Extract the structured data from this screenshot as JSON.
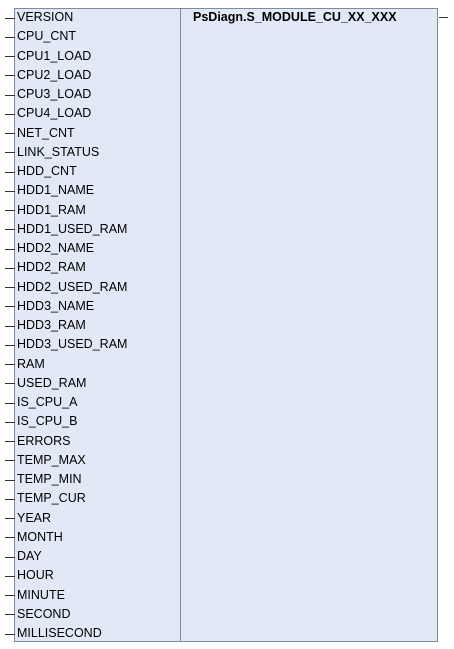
{
  "block": {
    "title": "PsDiagn.S_MODULE_CU_XX_XXX",
    "inputs": [
      "VERSION",
      "CPU_CNT",
      "CPU1_LOAD",
      "CPU2_LOAD",
      "CPU3_LOAD",
      "CPU4_LOAD",
      "NET_CNT",
      "LINK_STATUS",
      "HDD_CNT",
      "HDD1_NAME",
      "HDD1_RAM",
      "HDD1_USED_RAM",
      "HDD2_NAME",
      "HDD2_RAM",
      "HDD2_USED_RAM",
      "HDD3_NAME",
      "HDD3_RAM",
      "HDD3_USED_RAM",
      "RAM",
      "USED_RAM",
      "IS_CPU_A",
      "IS_CPU_B",
      "ERRORS",
      "TEMP_MAX",
      "TEMP_MIN",
      "TEMP_CUR",
      "YEAR",
      "MONTH",
      "DAY",
      "HOUR",
      "MINUTE",
      "SECOND",
      "MILLISECOND"
    ],
    "colors": {
      "body_fill": "#e1e9f7",
      "border": "#7f8a9a",
      "pin_line": "#333333"
    }
  }
}
